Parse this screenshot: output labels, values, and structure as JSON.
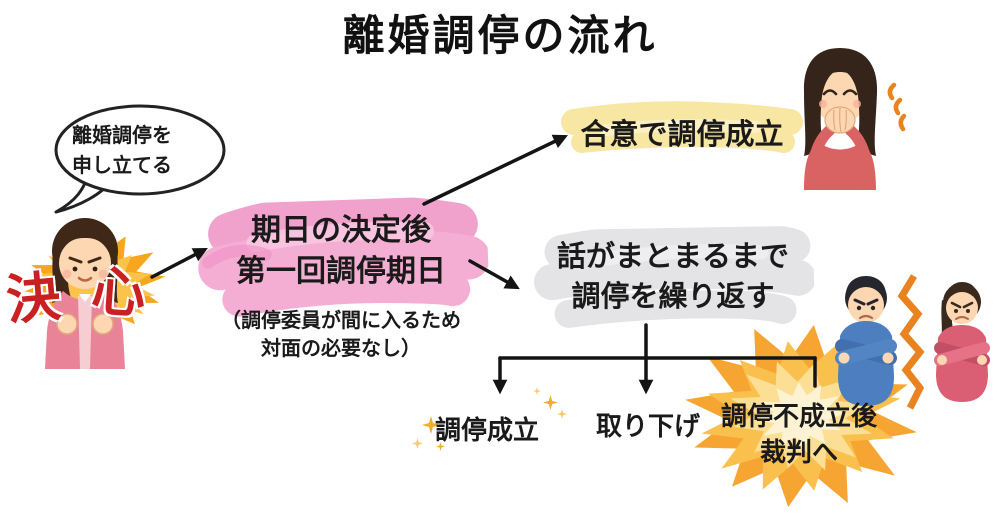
{
  "title": "離婚調停の流れ",
  "speech_bubble": {
    "lines": [
      "離婚調停を",
      "申し立てる"
    ]
  },
  "determination": {
    "left": "決",
    "right": "心"
  },
  "step_first_date": {
    "lines": [
      "期日の決定後",
      "第一回調停期日"
    ],
    "note_lines": [
      "（調停委員が間に入るため",
      "対面の必要なし）"
    ]
  },
  "outcome_agreement": {
    "label": "合意で調停成立"
  },
  "repeat_step": {
    "lines": [
      "話がまとまるまで",
      "調停を繰り返す"
    ]
  },
  "final_outcomes": {
    "success": "調停成立",
    "withdrawal": "取り下げ",
    "failure_lines": [
      "調停不成立後",
      "裁判へ"
    ]
  },
  "colors": {
    "background": "#ffffff",
    "text": "#1a1a1a",
    "pink_highlight": "#f5aed3",
    "yellow_highlight": "#f8e6a3",
    "gray_highlight": "#e4e4e6",
    "determination_red": "#c92121",
    "arrow": "#141414",
    "sparkle_gold": "#f1ad2d",
    "explosion_orange": "#f59d22",
    "lightning_orange": "#e8831f"
  },
  "icons": {
    "sparkles": "four-point-star",
    "explosion": "star-burst",
    "lightning_split": "zigzag-bolt",
    "excitement_marks": "triple-stroke"
  }
}
